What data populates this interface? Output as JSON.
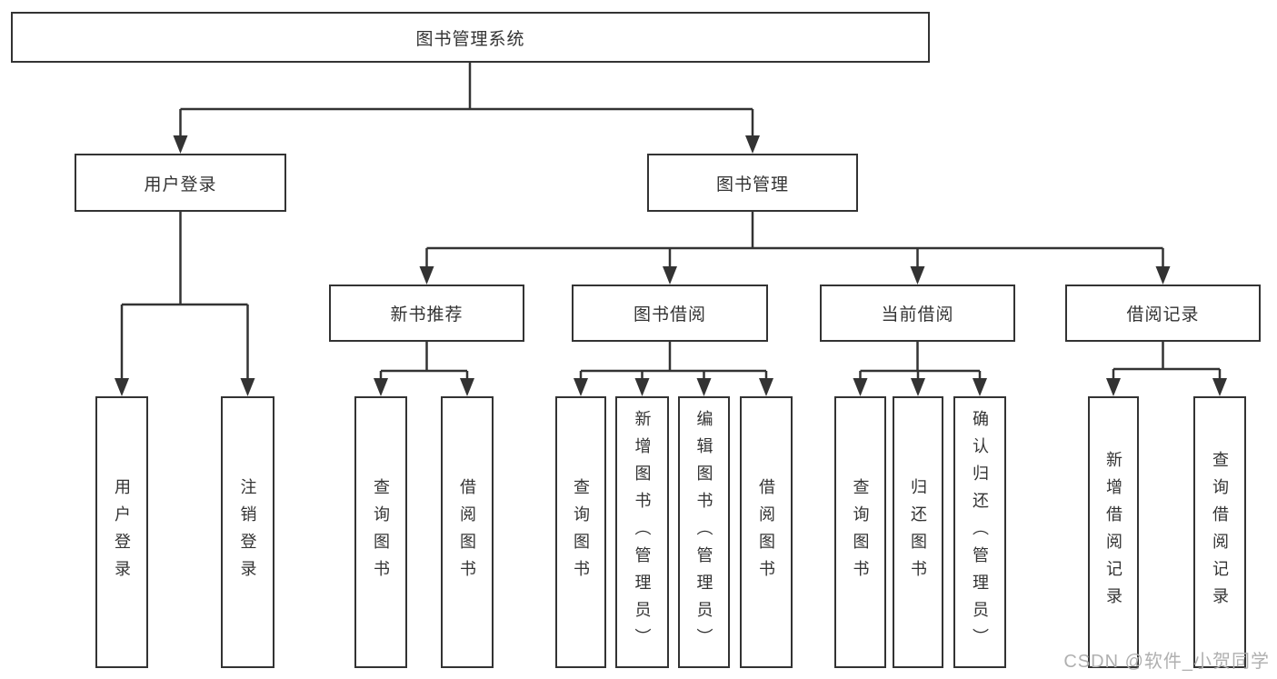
{
  "diagram": {
    "root": {
      "label": "图书管理系统"
    },
    "level2": [
      {
        "label": "用户登录"
      },
      {
        "label": "图书管理"
      }
    ],
    "level3": [
      {
        "label": "新书推荐"
      },
      {
        "label": "图书借阅"
      },
      {
        "label": "当前借阅"
      },
      {
        "label": "借阅记录"
      }
    ],
    "leaves": {
      "user_login": [
        {
          "label": "用户登录"
        },
        {
          "label": "注销登录"
        }
      ],
      "new_books": [
        {
          "label": "查询图书"
        },
        {
          "label": "借阅图书"
        }
      ],
      "book_borrow": [
        {
          "label": "查询图书"
        },
        {
          "label": "新增图书（管理员）"
        },
        {
          "label": "编辑图书（管理员）"
        },
        {
          "label": "借阅图书"
        }
      ],
      "current_borrow": [
        {
          "label": "查询图书"
        },
        {
          "label": "归还图书"
        },
        {
          "label": "确认归还（管理员）"
        }
      ],
      "borrow_records": [
        {
          "label": "新增借阅记录"
        },
        {
          "label": "查询借阅记录"
        }
      ]
    },
    "watermark": "CSDN @软件_小贺同学",
    "colors": {
      "line": "#333333",
      "text": "#333333",
      "background": "#ffffff",
      "watermark": "#b0b0b0"
    }
  }
}
